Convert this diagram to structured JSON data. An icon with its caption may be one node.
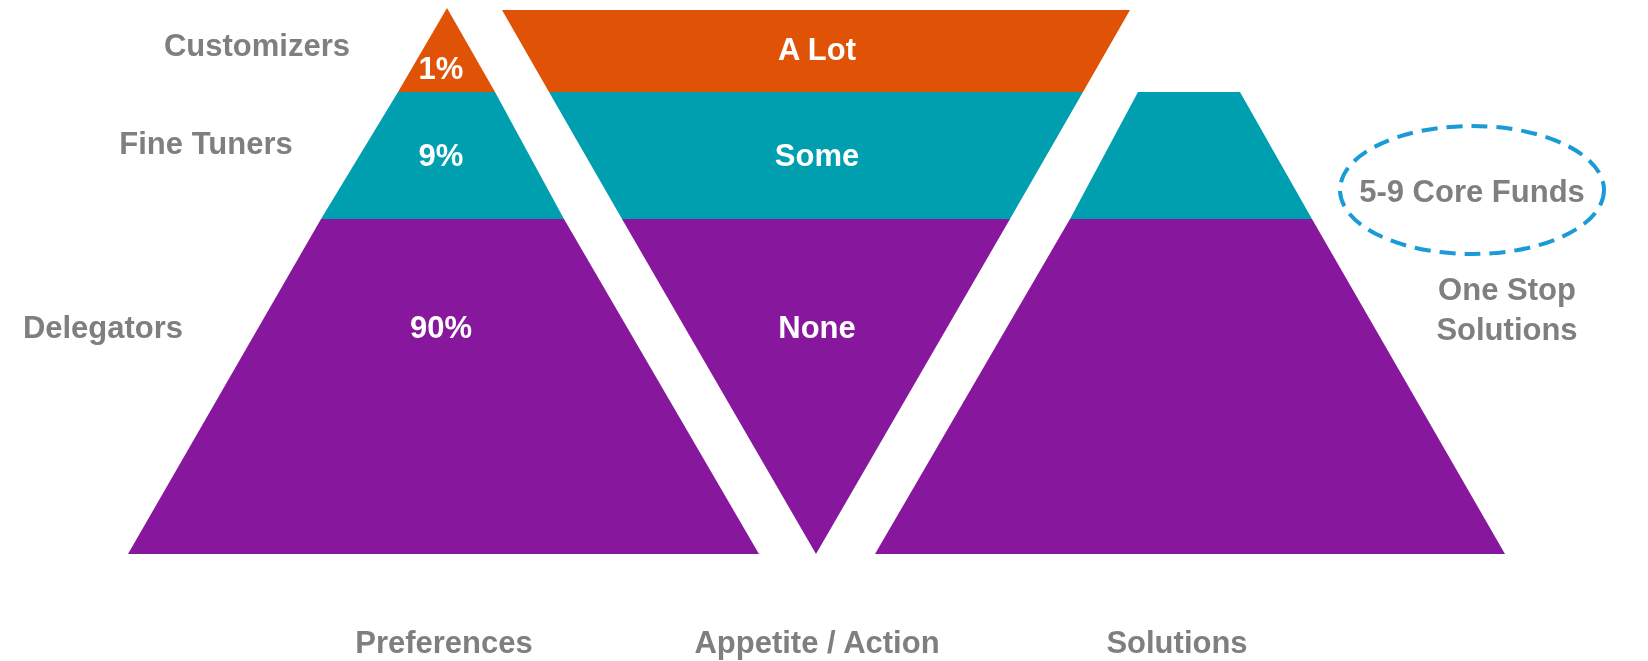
{
  "diagram": {
    "nodes": [
      {
        "text": [
          "1%"
        ],
        "beside": [
          "Customizers"
        ]
      },
      {
        "text": [
          "9%"
        ],
        "beside": [
          "Fine Tuners"
        ]
      },
      {
        "text": [
          "90%"
        ],
        "beside": [
          "Delegators"
        ]
      },
      {
        "text": [
          "A Lot"
        ]
      },
      {
        "text": [
          "Some"
        ]
      },
      {
        "text": [
          "None"
        ]
      },
      {
        "text": [],
        "shape": "trapezoid"
      },
      {
        "text": [
          "5-9 Core Funds"
        ]
      },
      {
        "text": [],
        "shape": "trapezoid",
        "beside": [
          "One Stop Solutions"
        ]
      }
    ],
    "labels": [
      "Preferences",
      "Appetite / Action",
      "Solutions"
    ]
  }
}
